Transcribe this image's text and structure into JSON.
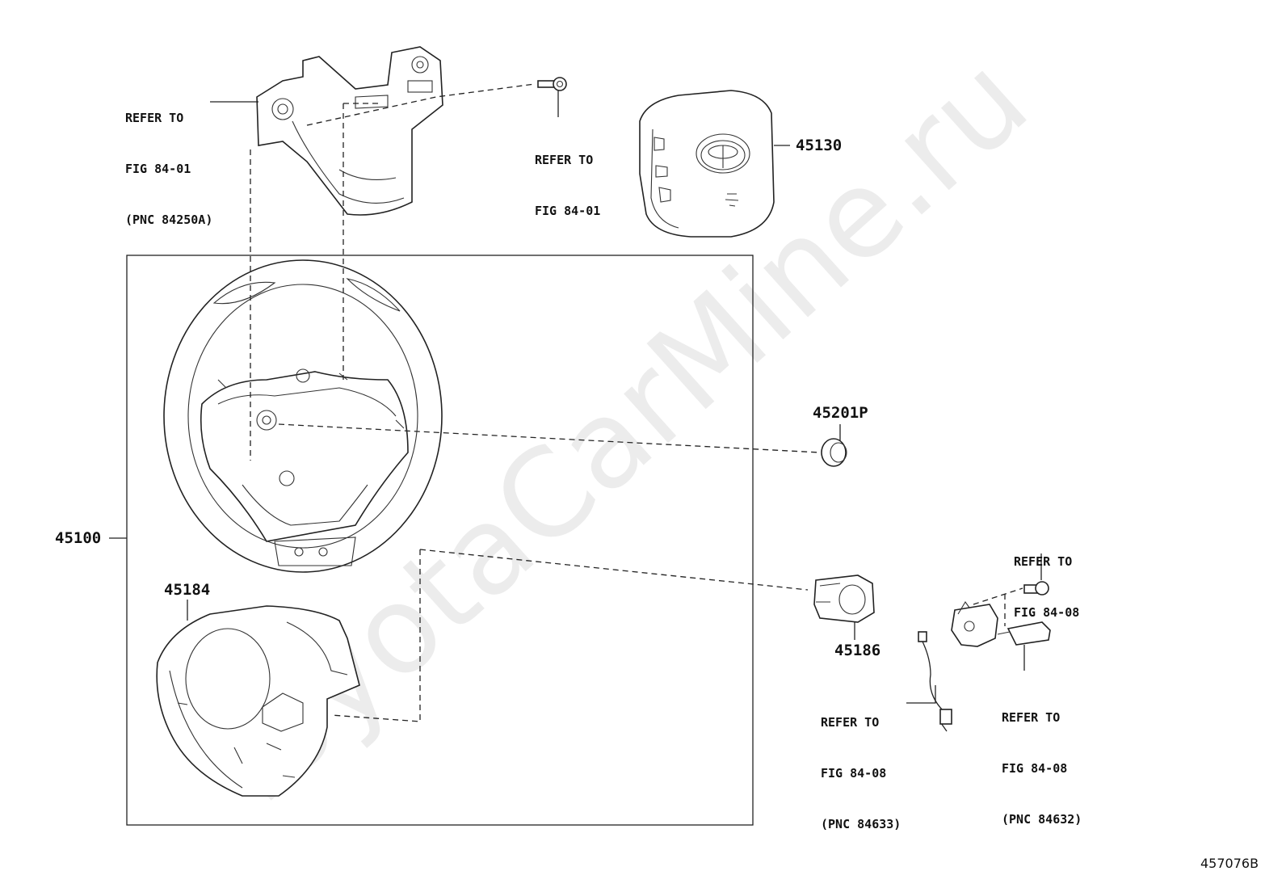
{
  "parts": {
    "p45130": "45130",
    "p45100": "45100",
    "p45184": "45184",
    "p45201P": "45201P",
    "p45186": "45186"
  },
  "refs": {
    "switch_top": [
      "REFER TO",
      "FIG 84-01",
      "(PNC 84250A)"
    ],
    "screw_top": [
      "REFER TO",
      "FIG 84-01"
    ],
    "screw_right": [
      "REFER TO",
      "FIG 84-08"
    ],
    "harness": [
      "REFER TO",
      "FIG 84-08",
      "(PNC 84633)"
    ],
    "switch_right": [
      "REFER TO",
      "FIG 84-08",
      "(PNC 84632)"
    ]
  },
  "drawing_number": "457076B",
  "watermark": "ToyotaCarMine.ru"
}
